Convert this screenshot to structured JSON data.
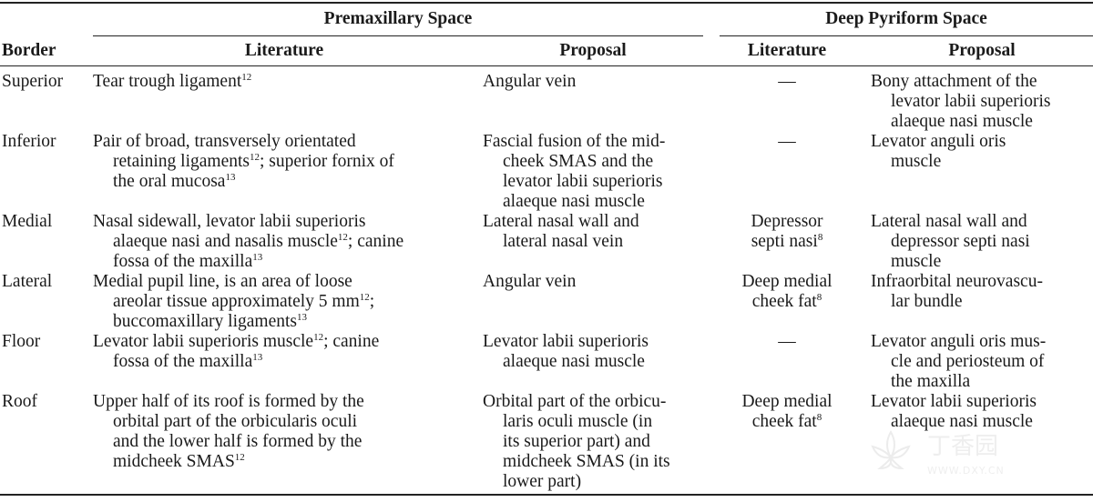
{
  "headers": {
    "group_left": "Premaxillary Space",
    "group_right": "Deep Pyriform Space",
    "border": "Border",
    "lit_left": "Literature",
    "prop_left": "Proposal",
    "lit_right": "Literature",
    "prop_right": "Proposal"
  },
  "rows": [
    {
      "border": "Superior",
      "pre_lit": [
        {
          "t": "Tear trough ligament",
          "sup": "12"
        }
      ],
      "pre_prop": [
        {
          "t": "Angular vein"
        }
      ],
      "deep_lit": [
        {
          "t": "—"
        }
      ],
      "deep_prop": [
        {
          "t": "Bony attachment of the"
        },
        {
          "t": "levator labii superioris"
        },
        {
          "t": "alaeque nasi muscle"
        }
      ]
    },
    {
      "border": "Inferior",
      "pre_lit": [
        {
          "t": "Pair of broad, transversely orientated"
        },
        {
          "t": "retaining ligaments",
          "sup": "12",
          "after": "; superior fornix of"
        },
        {
          "t": "the oral mucosa",
          "sup": "13"
        }
      ],
      "pre_prop": [
        {
          "t": "Fascial fusion of the mid-"
        },
        {
          "t": "cheek SMAS and the"
        },
        {
          "t": "levator labii superioris"
        },
        {
          "t": "alaeque nasi muscle"
        }
      ],
      "deep_lit": [
        {
          "t": "—"
        }
      ],
      "deep_prop": [
        {
          "t": "Levator anguli oris"
        },
        {
          "t": "muscle"
        }
      ]
    },
    {
      "border": "Medial",
      "pre_lit": [
        {
          "t": "Nasal sidewall, levator labii superioris"
        },
        {
          "t": "alaeque nasi and nasalis muscle",
          "sup": "12",
          "after": "; canine"
        },
        {
          "t": "fossa of the maxilla",
          "sup": "13"
        }
      ],
      "pre_prop": [
        {
          "t": "Lateral nasal wall and"
        },
        {
          "t": "lateral nasal vein"
        }
      ],
      "deep_lit": [
        {
          "t": "Depressor"
        },
        {
          "t": "septi nasi",
          "sup": "8"
        }
      ],
      "deep_prop": [
        {
          "t": "Lateral nasal wall and"
        },
        {
          "t": "depressor septi nasi"
        },
        {
          "t": "muscle"
        }
      ]
    },
    {
      "border": "Lateral",
      "pre_lit": [
        {
          "t": "Medial pupil line, is an area of loose"
        },
        {
          "t": "areolar tissue approximately 5 mm",
          "sup": "12",
          "after": ";"
        },
        {
          "t": "buccomaxillary ligaments",
          "sup": "13"
        }
      ],
      "pre_prop": [
        {
          "t": "Angular vein"
        }
      ],
      "deep_lit": [
        {
          "t": "Deep medial"
        },
        {
          "t": "cheek fat",
          "sup": "8"
        }
      ],
      "deep_prop": [
        {
          "t": "Infraorbital neurovascu-"
        },
        {
          "t": "lar bundle"
        }
      ]
    },
    {
      "border": "Floor",
      "pre_lit": [
        {
          "t": "Levator labii superioris muscle",
          "sup": "12",
          "after": "; canine"
        },
        {
          "t": "fossa of the maxilla",
          "sup": "13"
        }
      ],
      "pre_prop": [
        {
          "t": "Levator labii superioris"
        },
        {
          "t": "alaeque nasi muscle"
        }
      ],
      "deep_lit": [
        {
          "t": "—"
        }
      ],
      "deep_prop": [
        {
          "t": "Levator anguli oris mus-"
        },
        {
          "t": "cle and periosteum of"
        },
        {
          "t": "the maxilla"
        }
      ]
    },
    {
      "border": "Roof",
      "pre_lit": [
        {
          "t": "Upper half of its roof is formed by the"
        },
        {
          "t": "orbital part of the orbicularis oculi"
        },
        {
          "t": "and the lower half is formed by the"
        },
        {
          "t": "midcheek SMAS",
          "sup": "12"
        }
      ],
      "pre_prop": [
        {
          "t": "Orbital part of the orbicu-"
        },
        {
          "t": "laris oculi muscle (in"
        },
        {
          "t": "its superior part) and"
        },
        {
          "t": "midcheek SMAS (in its"
        },
        {
          "t": "lower part)"
        }
      ],
      "deep_lit": [
        {
          "t": "Deep medial"
        },
        {
          "t": "cheek fat",
          "sup": "8"
        }
      ],
      "deep_prop": [
        {
          "t": "Levator labii superioris"
        },
        {
          "t": "alaeque nasi muscle"
        }
      ]
    }
  ],
  "watermark": "WWW.DXY.CN"
}
